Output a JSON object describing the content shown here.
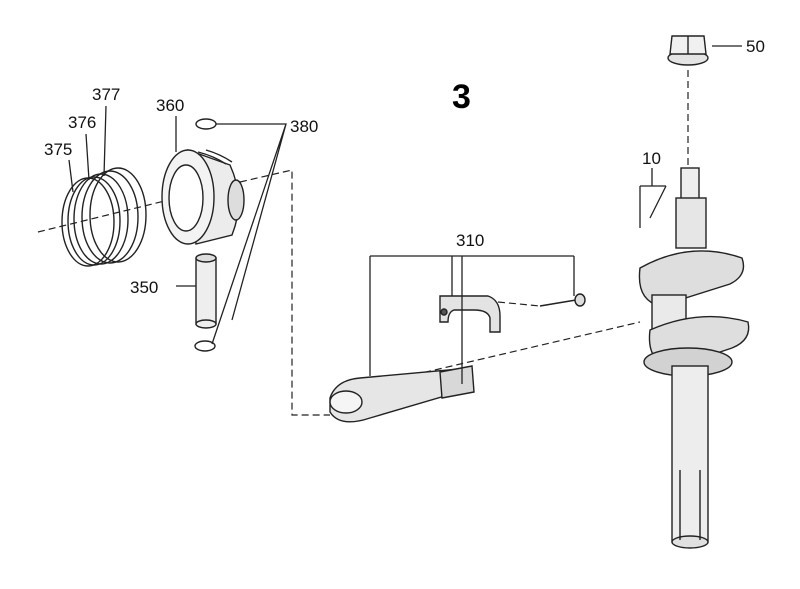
{
  "diagram": {
    "section_number": "3",
    "callouts": {
      "c50": "50",
      "c10": "10",
      "c310": "310",
      "c350": "350",
      "c360": "360",
      "c375": "375",
      "c376": "376",
      "c377": "377",
      "c380": "380"
    },
    "colors": {
      "line": "#222222",
      "part_fill": "#e9e9e9",
      "part_shade": "#c8c8c8",
      "background": "#ffffff"
    }
  }
}
